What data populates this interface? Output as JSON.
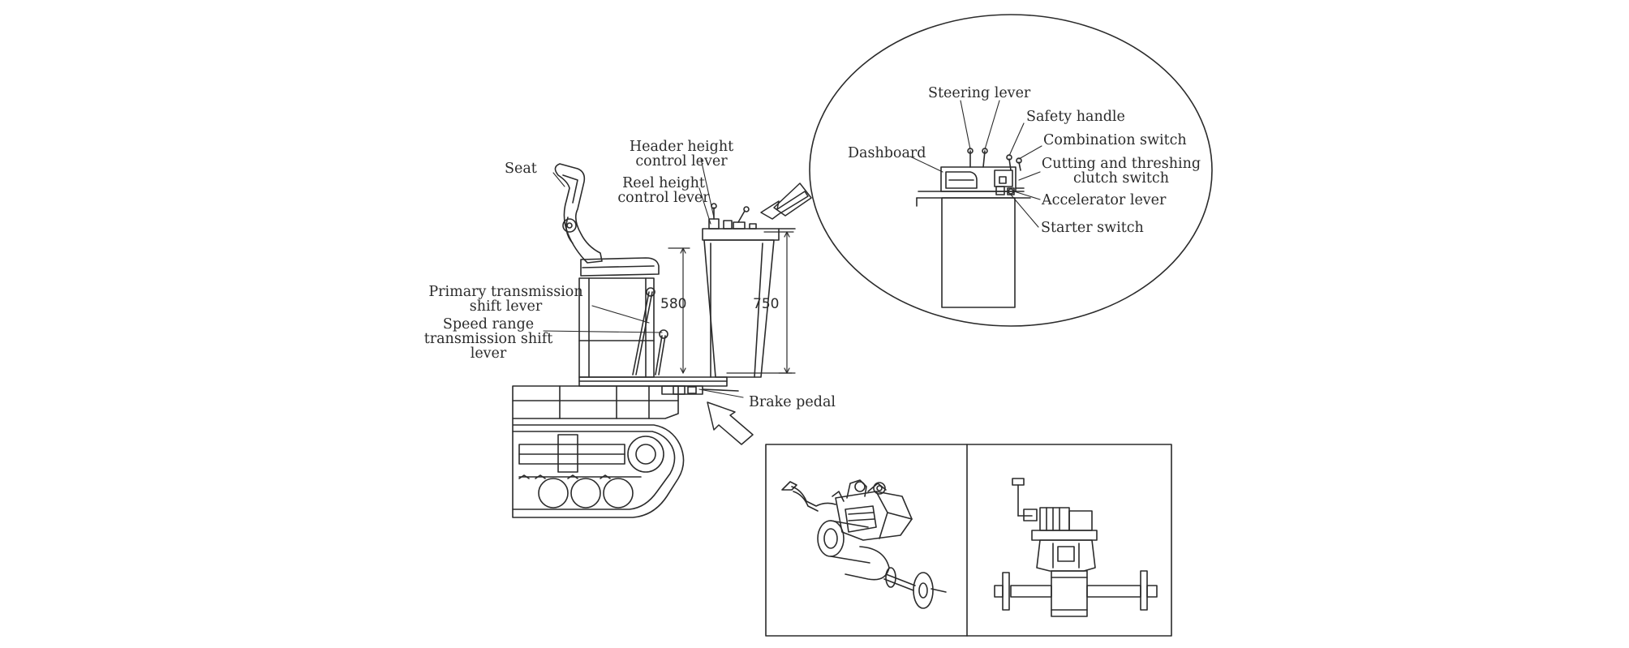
{
  "labels": {
    "seat": "Seat",
    "header_height": "Header height\ncontrol lever",
    "reel_height": "Reel height\ncontrol lever",
    "primary_transmission": "Primary transmission\nshift lever",
    "speed_range": "Speed range\ntransmission shift\nlever",
    "brake_pedal": "Brake pedal",
    "steering_lever": "Steering lever",
    "safety_handle": "Safety handle",
    "dashboard": "Dashboard",
    "combination_switch": "Combination switch",
    "cutting_threshing": "Cutting and threshing\nclutch switch",
    "accelerator_lever": "Accelerator lever",
    "starter_switch": "Starter switch"
  },
  "dimensions": {
    "seat_height": "580",
    "console_height": "750"
  },
  "colors": {
    "ink": "#2b2b2b",
    "background": "#ffffff"
  }
}
